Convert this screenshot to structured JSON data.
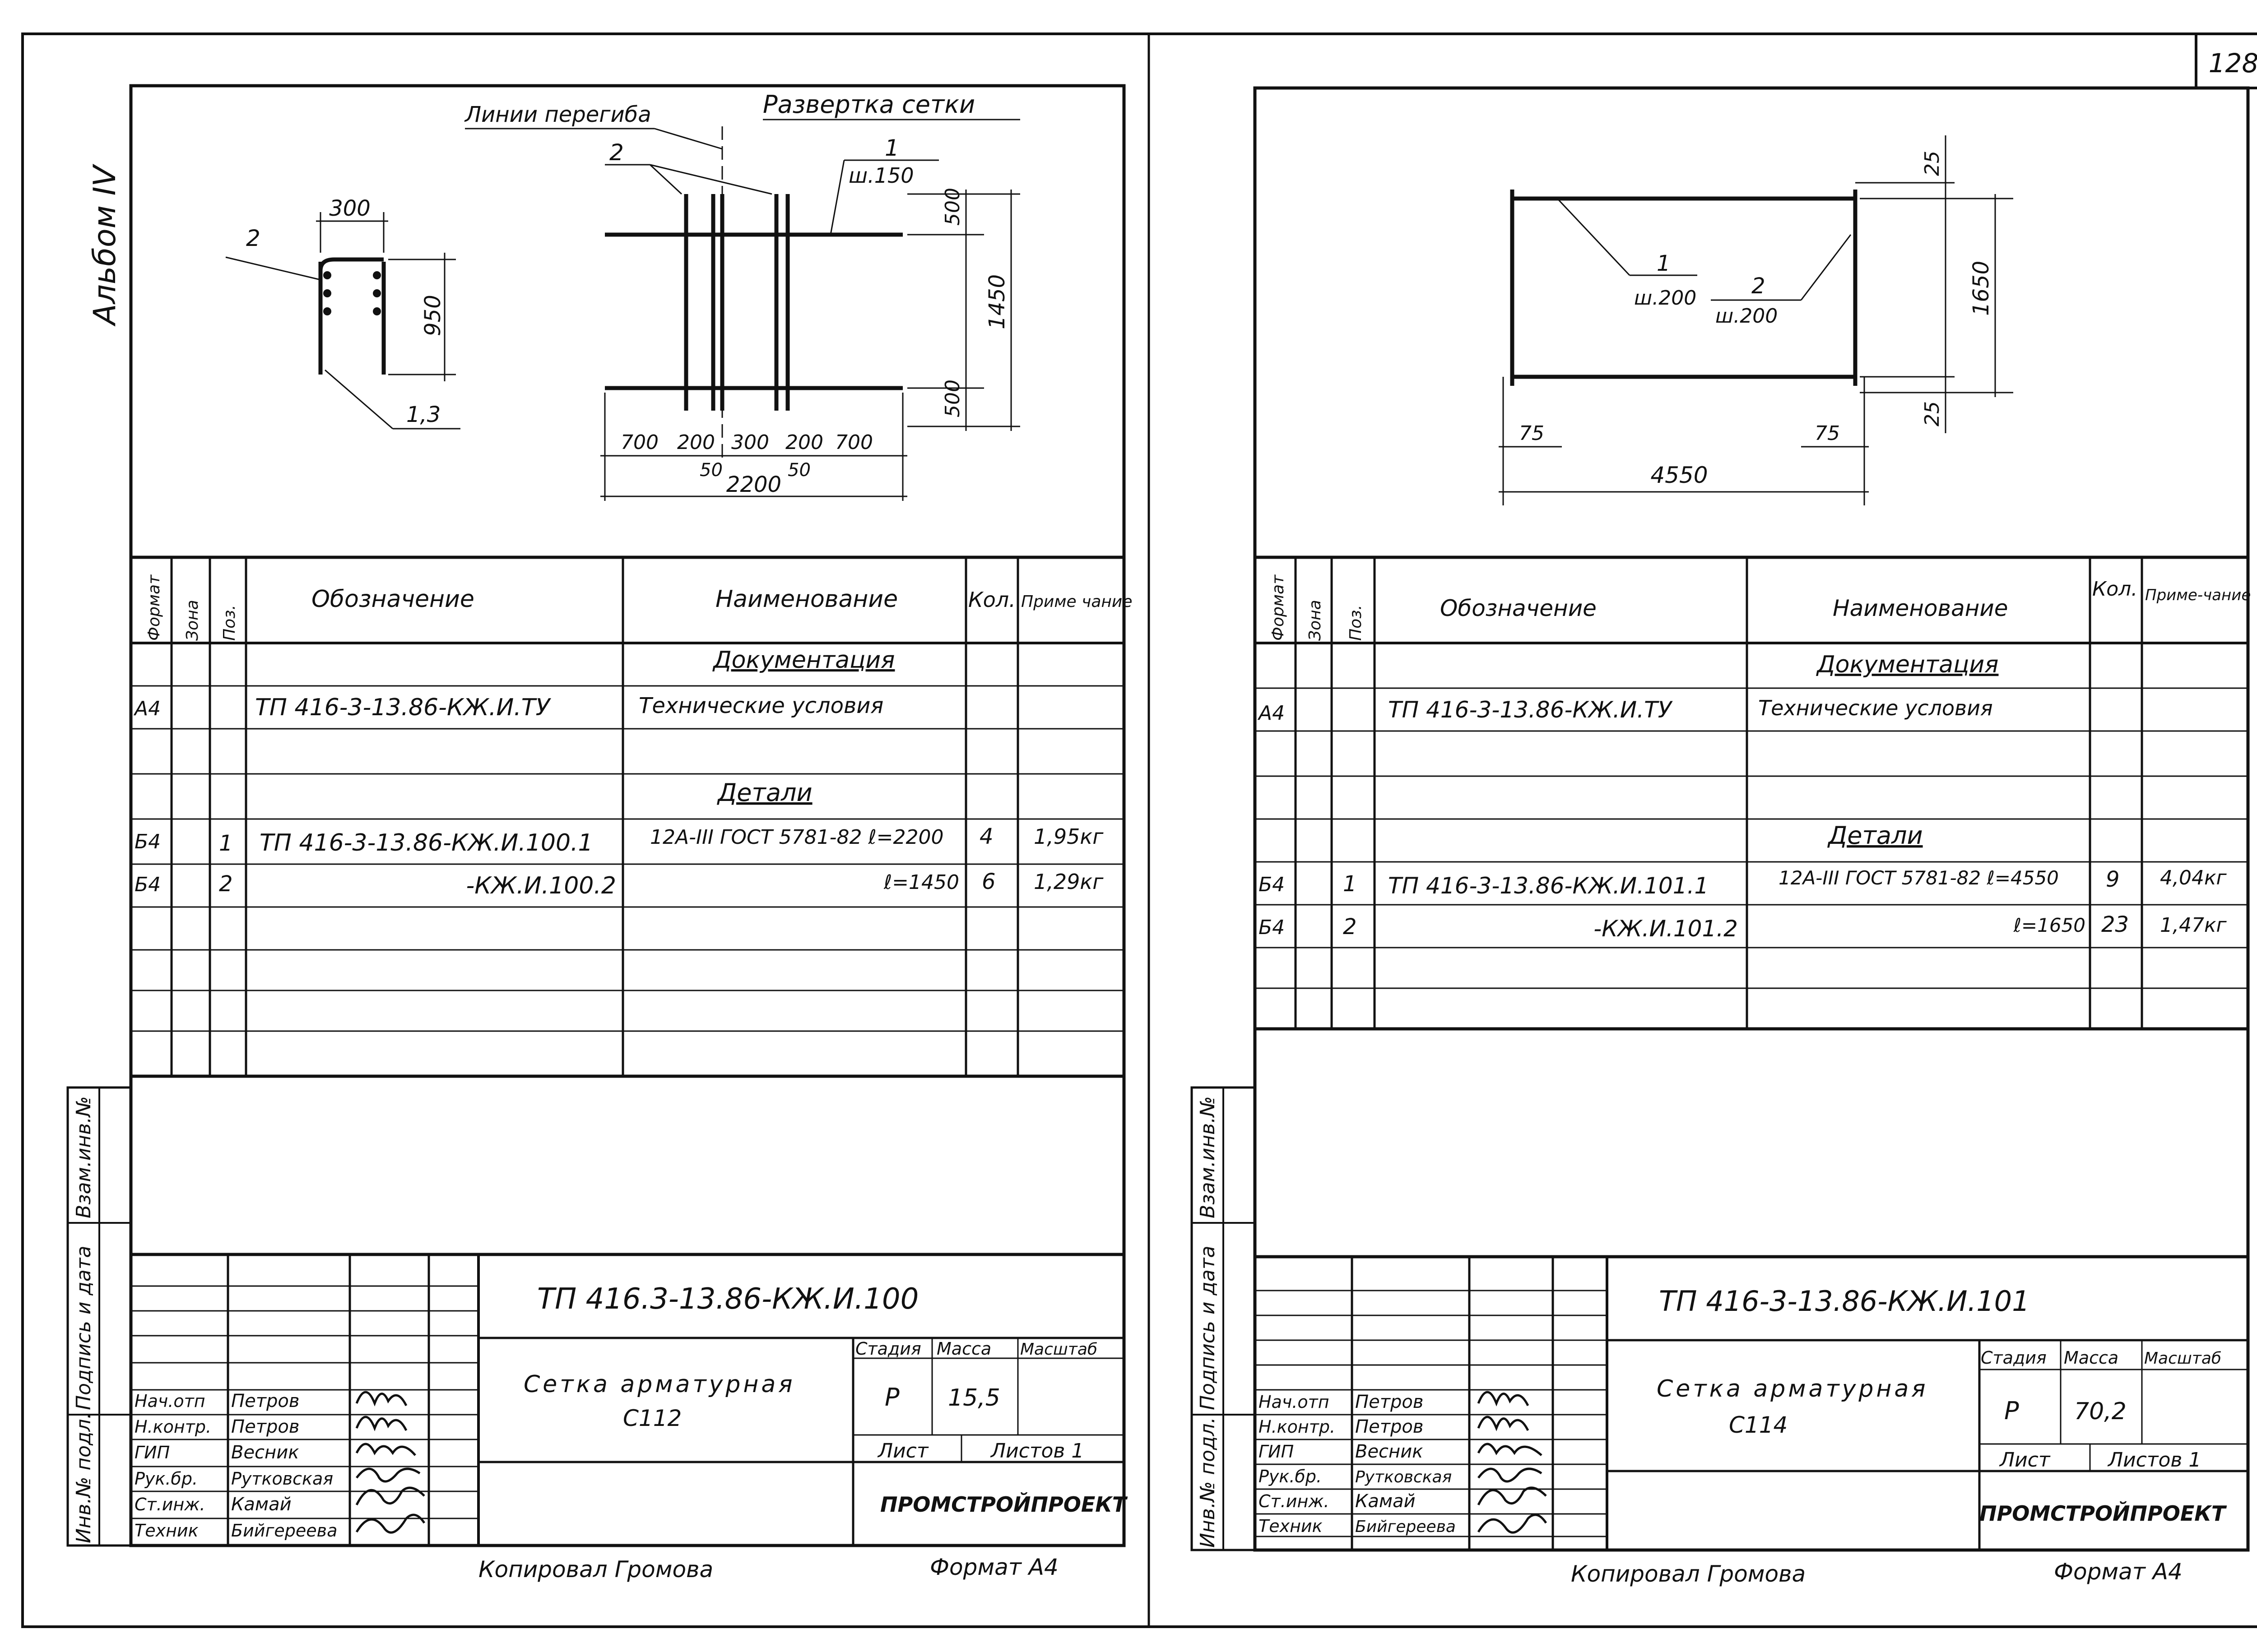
{
  "page_number": "128",
  "album": "Альбом IV",
  "left": {
    "sketch": {
      "callout_title": "Развертка сетки",
      "callout_bend": "Линии перегиба",
      "pos1": "1",
      "pos1_step": "ш.150",
      "pos2_a": "2",
      "pos2_b": "2",
      "pos13": "1,3",
      "d_300": "300",
      "d_950": "950",
      "d_500_top": "500",
      "d_500_bot": "500",
      "d_1450": "1450",
      "d_700a": "700",
      "d_200a": "200",
      "d_300b": "300",
      "d_200b": "200",
      "d_700b": "700",
      "d_50a": "50",
      "d_50b": "50",
      "d_2200": "2200"
    },
    "spec": {
      "headers": {
        "format": "Формат",
        "zone": "Зона",
        "pos": "Поз.",
        "designation": "Обозначение",
        "name": "Наименование",
        "qty": "Кол.",
        "note": "Приме чание"
      },
      "section_docs": "Документация",
      "doc_row": {
        "format": "А4",
        "designation": "ТП 416-3-13.86-КЖ.И.ТУ",
        "name": "Технические условия"
      },
      "section_details": "Детали",
      "rows": [
        {
          "format": "Б4",
          "pos": "1",
          "designation": "ТП 416-3-13.86-КЖ.И.100.1",
          "name": "12А-III ГОСТ 5781-82  ℓ=2200",
          "qty": "4",
          "note": "1,95кг"
        },
        {
          "format": "Б4",
          "pos": "2",
          "designation": "-КЖ.И.100.2",
          "name": "ℓ=1450",
          "qty": "6",
          "note": "1,29кг"
        }
      ]
    },
    "title_block": {
      "code": "ТП 416.3-13.86-КЖ.И.100",
      "name_line1": "Сетка арматурная",
      "name_line2": "С112",
      "stage_label": "Стадия",
      "mass_label": "Масса",
      "scale_label": "Масштаб",
      "stage": "Р",
      "mass": "15,5",
      "sheet_label": "Лист",
      "sheets_label": "Листов 1",
      "org": "ПРОМСТРОЙПРОЕКТ",
      "roles": [
        "Нач.отп",
        "Н.контр.",
        "ГИП",
        "Рук.бр.",
        "Ст.инж.",
        "Техник"
      ],
      "names": [
        "Петров",
        "Петров",
        "Весник",
        "Рутковская",
        "Камай",
        "Бийгереева"
      ]
    },
    "footer_copy": "Копировал Громова",
    "footer_format": "Формат А4",
    "side_labels": [
      "Инв.№ подл.",
      "Подпись и дата",
      "Взам.инв.№"
    ]
  },
  "right": {
    "sketch": {
      "pos1": "1",
      "pos1_step": "ш.200",
      "pos2": "2",
      "pos2_step": "ш.200",
      "d_25_top": "25",
      "d_25_bot": "25",
      "d_1650": "1650",
      "d_75a": "75",
      "d_75b": "75",
      "d_4550": "4550"
    },
    "spec": {
      "headers": {
        "format": "Формат",
        "zone": "Зона",
        "pos": "Поз.",
        "designation": "Обозначение",
        "name": "Наименование",
        "qty": "Кол.",
        "note": "Приме-чание"
      },
      "section_docs": "Документация",
      "doc_row": {
        "format": "А4",
        "designation": "ТП 416-3-13.86-КЖ.И.ТУ",
        "name": "Технические условия"
      },
      "section_details": "Детали",
      "rows": [
        {
          "format": "Б4",
          "pos": "1",
          "designation": "ТП 416-3-13.86-КЖ.И.101.1",
          "name": "12А-III ГОСТ 5781-82 ℓ=4550",
          "qty": "9",
          "note": "4,04кг"
        },
        {
          "format": "Б4",
          "pos": "2",
          "designation": "-КЖ.И.101.2",
          "name": "ℓ=1650",
          "qty": "23",
          "note": "1,47кг"
        }
      ]
    },
    "title_block": {
      "code": "ТП 416-3-13.86-КЖ.И.101",
      "name_line1": "Сетка арматурная",
      "name_line2": "С114",
      "stage_label": "Стадия",
      "mass_label": "Масса",
      "scale_label": "Масштаб",
      "stage": "Р",
      "mass": "70,2",
      "sheet_label": "Лист",
      "sheets_label": "Листов 1",
      "org": "ПРОМСТРОЙПРОЕКТ",
      "roles": [
        "Нач.отп",
        "Н.контр.",
        "ГИП",
        "Рук.бр.",
        "Ст.инж.",
        "Техник"
      ],
      "names": [
        "Петров",
        "Петров",
        "Весник",
        "Рутковская",
        "Камай",
        "Бийгереева"
      ]
    },
    "footer_copy": "Копировал Громова",
    "footer_format": "Формат А4",
    "side_labels": [
      "Инв.№ подл.",
      "Подпись и дата",
      "Взам.инв.№"
    ]
  }
}
